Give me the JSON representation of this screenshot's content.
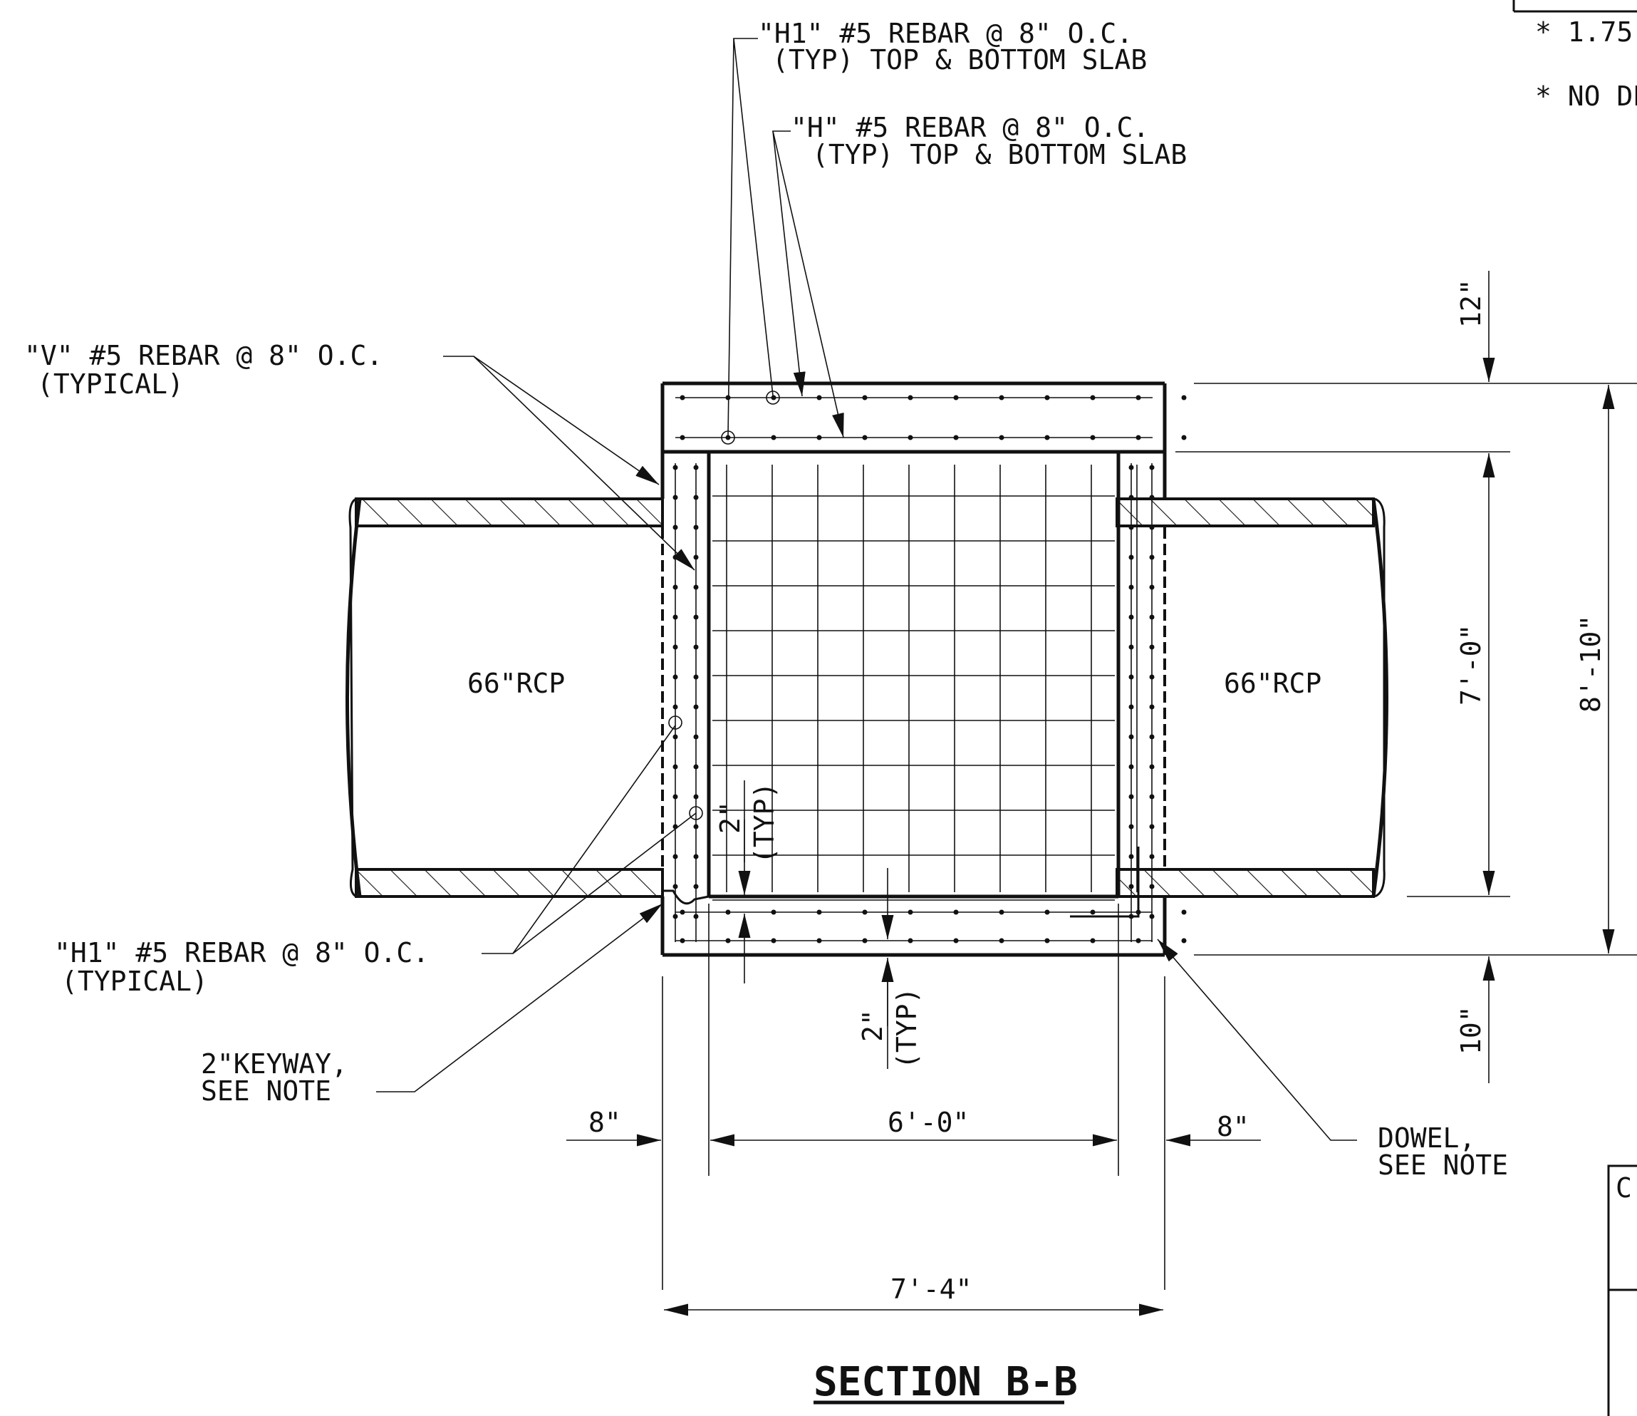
{
  "title": "SECTION B-B",
  "labels": {
    "h1_top_l1": "\"H1\" #5 REBAR @ 8\" O.C.",
    "h1_top_l2": "(TYP) TOP & BOTTOM SLAB",
    "h_top_l1": "\"H\" #5 REBAR @ 8\" O.C.",
    "h_top_l2": "(TYP) TOP & BOTTOM SLAB",
    "v_l1": "\"V\" #5  REBAR @ 8\" O.C.",
    "v_l2": "(TYPICAL)",
    "h1_bot_l1": "\"H1\" #5 REBAR @ 8\" O.C.",
    "h1_bot_l2": "(TYPICAL)",
    "keyway_l1": "2\"KEYWAY,",
    "keyway_l2": "SEE NOTE",
    "dowel_l1": "DOWEL,",
    "dowel_l2": "SEE NOTE",
    "pipe_left": "66\"RCP",
    "pipe_right": "66\"RCP"
  },
  "dimensions": {
    "top_slab": "12\"",
    "inside_height": "7'-0\"",
    "total_height": "8'-10\"",
    "bottom_slab": "10\"",
    "wall_left": "8\"",
    "inside_width": "6'-0\"",
    "wall_right": "8\"",
    "total_width": "7'-4\"",
    "cover_wall_val": "2\"",
    "cover_wall_typ": "(TYP)",
    "cover_slab_val": "2\"",
    "cover_slab_typ": "(TYP)"
  },
  "notes": {
    "note1": "* 1.75",
    "note2": "* NO DE",
    "table_head": "C"
  }
}
